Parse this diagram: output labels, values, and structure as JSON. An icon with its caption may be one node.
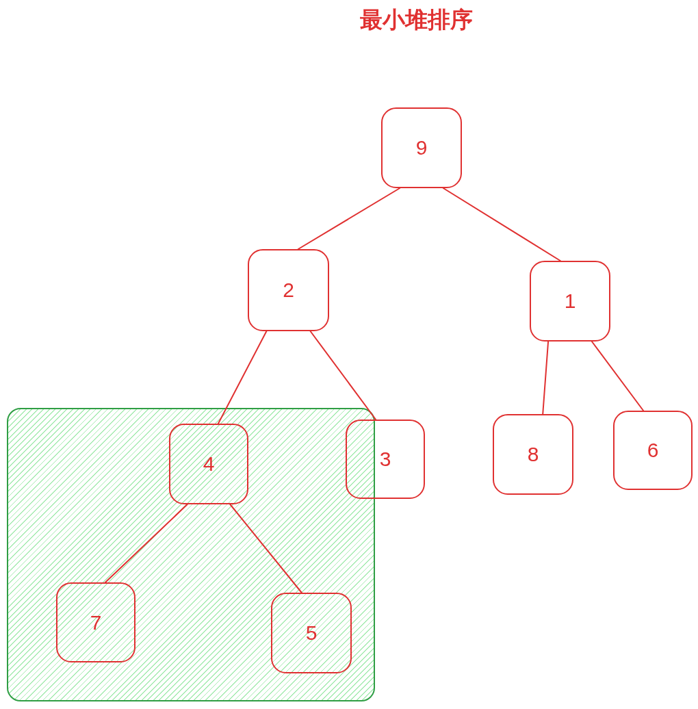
{
  "diagram": {
    "title": "最小堆排序",
    "nodes": [
      {
        "text": [
          "9"
        ]
      },
      {
        "text": [
          "2"
        ]
      },
      {
        "text": [
          "1"
        ]
      },
      {
        "text": [],
        "shape": "box"
      },
      {
        "text": [
          "4"
        ],
        "in": 3
      },
      {
        "text": [
          "3"
        ]
      },
      {
        "text": [
          "8"
        ]
      },
      {
        "text": [
          "6"
        ]
      },
      {
        "text": [
          "7"
        ],
        "in": 3
      },
      {
        "text": [
          "5"
        ],
        "in": 3
      }
    ],
    "edges": [
      {
        "from": 0,
        "to": 1,
        "arrow": "none"
      },
      {
        "from": 0,
        "to": 2,
        "arrow": "none"
      },
      {
        "from": 1,
        "to": 4,
        "arrow": "none"
      },
      {
        "from": 1,
        "to": 5,
        "arrow": "none"
      },
      {
        "from": 2,
        "to": 6,
        "arrow": "none"
      },
      {
        "from": 2,
        "to": 7,
        "arrow": "none"
      },
      {
        "from": 4,
        "to": 8,
        "arrow": "none"
      },
      {
        "from": 4,
        "to": 9,
        "arrow": "none"
      }
    ]
  }
}
